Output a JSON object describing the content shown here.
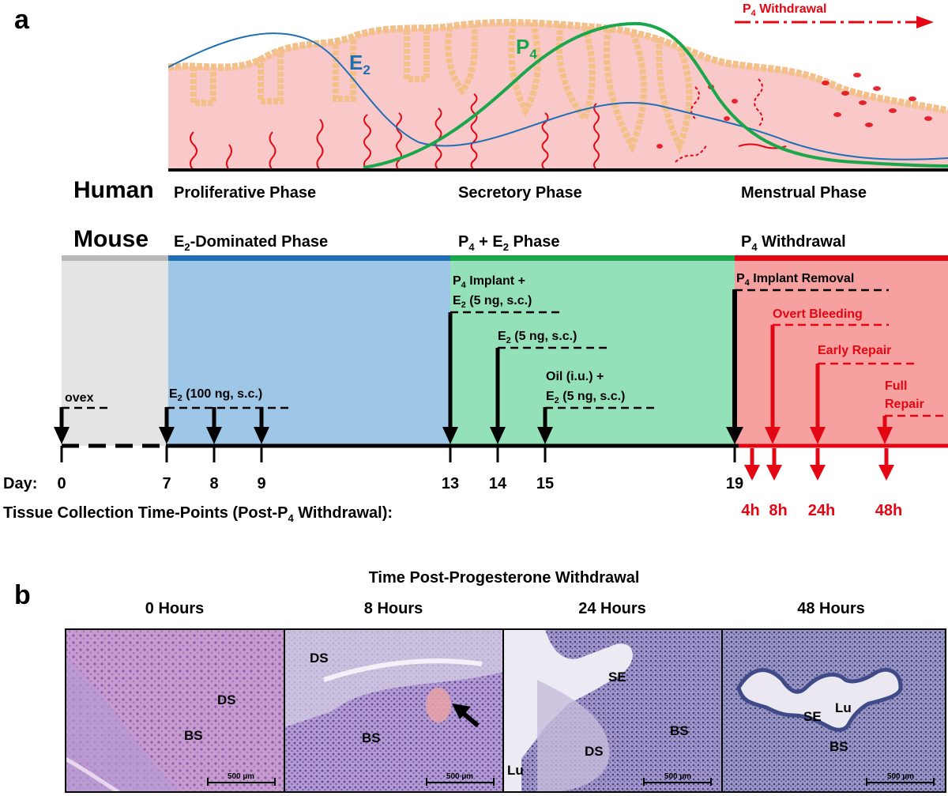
{
  "panel_a": {
    "letter": "a",
    "withdrawal_banner": {
      "main": "P",
      "sub": "4",
      "rest": " Withdrawal"
    },
    "curve_e2": {
      "main": "E",
      "sub": "2"
    },
    "curve_p4": {
      "main": "P",
      "sub": "4"
    },
    "human": {
      "label": "Human",
      "phases": [
        "Proliferative Phase",
        "Secretory Phase",
        "Menstrual Phase"
      ]
    },
    "mouse": {
      "label": "Mouse",
      "phase_e2": {
        "main": "E",
        "sub": "2",
        "rest": "-Dominated Phase"
      },
      "phase_p4e2": {
        "p": "P",
        "p_sub": "4",
        "mid": " + E",
        "e_sub": "2",
        "rest": " Phase"
      },
      "phase_w": {
        "main": "P",
        "sub": "4",
        "rest": " Withdrawal"
      }
    },
    "treatments": {
      "ovex": "ovex",
      "e2_100": {
        "main": "E",
        "sub": "2",
        "rest": " (100 ng, s.c.)"
      },
      "p4_implant_line1": {
        "main": "P",
        "sub": "4",
        "rest": " Implant +"
      },
      "p4_implant_line2": {
        "main": "E",
        "sub": "2",
        "rest": " (5 ng, s.c.)"
      },
      "e2_5": {
        "main": "E",
        "sub": "2",
        "rest": " (5 ng, s.c.)"
      },
      "oil_line1": "Oil (i.u.) +",
      "oil_line2": {
        "main": "E",
        "sub": "2",
        "rest": " (5 ng, s.c.)"
      },
      "implant_removal": {
        "main": "P",
        "sub": "4",
        "rest": " Implant Removal"
      },
      "overt_bleeding": "Overt Bleeding",
      "early_repair": "Early Repair",
      "full_repair_1": "Full",
      "full_repair_2": "Repair"
    },
    "day_label": "Day:",
    "days": [
      "0",
      "7",
      "8",
      "9",
      "13",
      "14",
      "15",
      "19"
    ],
    "tissue_collection": {
      "pre": "Tissue Collection Time-Points (Post-P",
      "sub": "4",
      "post": " Withdrawal):"
    },
    "timepoints": [
      "4h",
      "8h",
      "24h",
      "48h"
    ],
    "colors": {
      "red": "#e30613",
      "blue": "#1f6fb5",
      "green": "#1aa64a",
      "tissue_pink": "#f9c8c8",
      "epithelium": "#f3c08a",
      "ovex_bg": "#e4e4e4",
      "e2_bg": "#9ec6e6",
      "p4_bg": "#94e0b8",
      "withdrawal_bg": "#f6a0a0"
    }
  },
  "panel_b": {
    "letter": "b",
    "title": "Time Post-Progesterone Withdrawal",
    "columns": [
      "0 Hours",
      "8 Hours",
      "24 Hours",
      "48 Hours"
    ],
    "scale_bar": "500 µm",
    "panels": [
      {
        "labels": [
          "DS",
          "BS"
        ]
      },
      {
        "labels": [
          "DS",
          "BS"
        ]
      },
      {
        "labels": [
          "SE",
          "BS",
          "DS",
          "Lu"
        ]
      },
      {
        "labels": [
          "SE",
          "Lu",
          "BS"
        ]
      }
    ]
  }
}
